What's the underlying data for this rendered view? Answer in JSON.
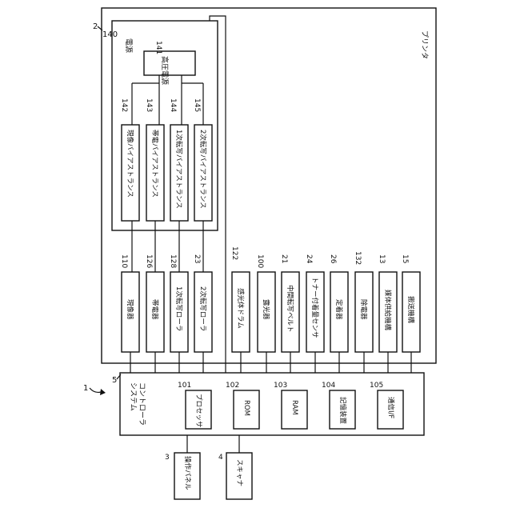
{
  "figure": {
    "system_ref": "1",
    "printer": {
      "ref": "2",
      "label": "プリンタ"
    },
    "power": {
      "ref": "140",
      "label": "電源"
    },
    "hv": {
      "ref": "141",
      "label": "高圧電源"
    },
    "bias": [
      {
        "ref": "142",
        "label": "現像バイアストランス"
      },
      {
        "ref": "143",
        "label": "帯電バイアストランス"
      },
      {
        "ref": "144",
        "label": "1次転写バイアストランス"
      },
      {
        "ref": "145",
        "label": "2次転写バイアストランス"
      }
    ],
    "biased_units": [
      {
        "ref": "110",
        "label": "現像器"
      },
      {
        "ref": "126",
        "label": "帯電器"
      },
      {
        "ref": "128",
        "label": "1次転写ローラ"
      },
      {
        "ref": "23",
        "label": "2次転写ローラ"
      }
    ],
    "other_units": [
      {
        "ref": "122",
        "label": "感光体ドラム"
      },
      {
        "ref": "100",
        "label": "露光器"
      },
      {
        "ref": "21",
        "label": "中間転写ベルト"
      },
      {
        "ref": "24",
        "label": "トナー付着量センサ"
      },
      {
        "ref": "26",
        "label": "定着器"
      },
      {
        "ref": "132",
        "label": "除電器"
      },
      {
        "ref": "13",
        "label": "媒体供給機構"
      },
      {
        "ref": "15",
        "label": "搬送機構"
      }
    ],
    "controller": {
      "ref": "5",
      "label_line1": "システム",
      "label_line2": "コントローラ"
    },
    "controller_blocks": [
      {
        "ref": "101",
        "label": "プロセッサ"
      },
      {
        "ref": "102",
        "label": "ROM"
      },
      {
        "ref": "103",
        "label": "RAM"
      },
      {
        "ref": "104",
        "label": "記憶装置"
      },
      {
        "ref": "105",
        "label": "通信I/F"
      }
    ],
    "external": [
      {
        "ref": "3",
        "label": "操作パネル"
      },
      {
        "ref": "4",
        "label": "スキャナ"
      }
    ]
  }
}
